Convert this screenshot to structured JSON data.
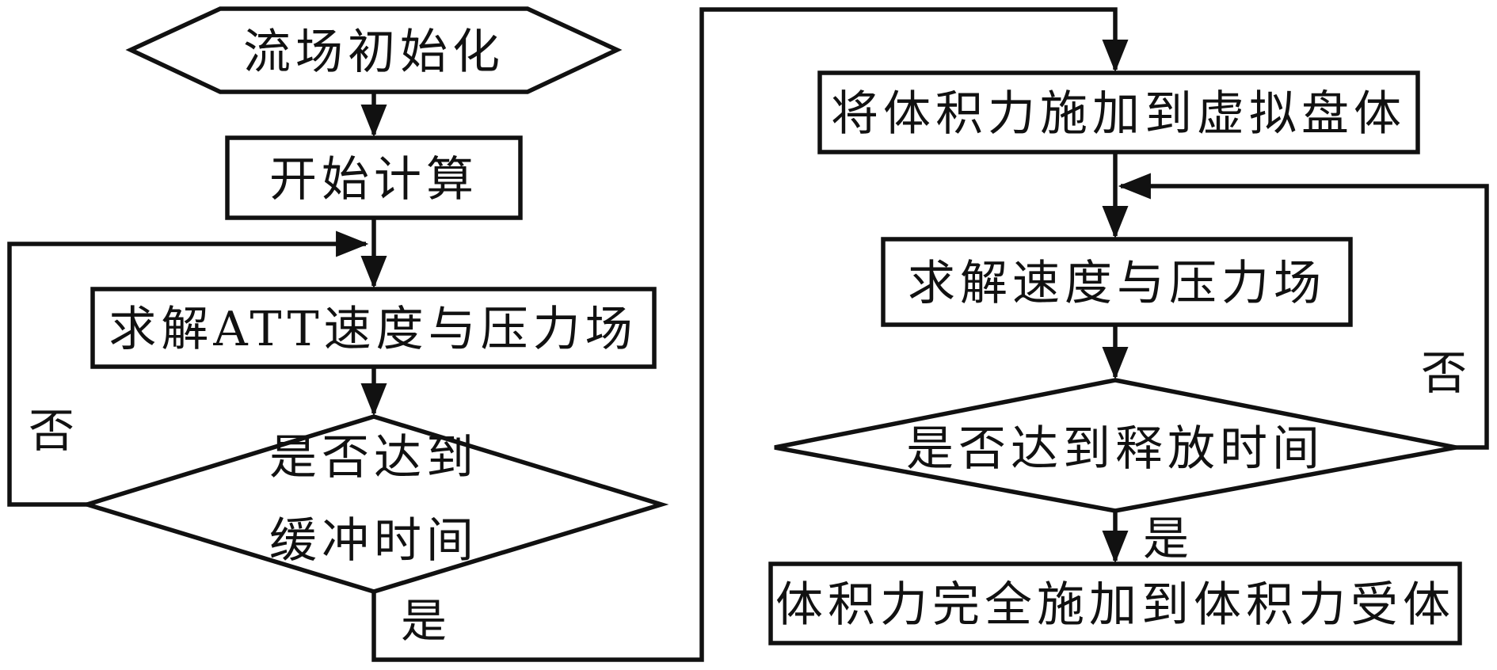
{
  "diagram": {
    "type": "flowchart",
    "colors": {
      "background": "#ffffff",
      "line": "#111111",
      "text": "#111111"
    },
    "nodes": {
      "init": {
        "shape": "hexagon",
        "label": "流场初始化"
      },
      "start_calc": {
        "shape": "rect",
        "label": "开始计算"
      },
      "solve_att": {
        "shape": "rect",
        "label": "求解ATT速度与压力场"
      },
      "buffer_check": {
        "shape": "diamond",
        "label_line1": "是否达到",
        "label_line2": "缓冲时间"
      },
      "apply_body_force": {
        "shape": "rect",
        "label": "将体积力施加到虚拟盘体"
      },
      "solve_vp": {
        "shape": "rect",
        "label": "求解速度与压力场"
      },
      "release_check": {
        "shape": "diamond",
        "label": "是否达到释放时间"
      },
      "force_complete": {
        "shape": "rect",
        "label": "体积力完全施加到体积力受体"
      }
    },
    "edge_labels": {
      "buffer_no": "否",
      "buffer_yes": "是",
      "release_no": "否",
      "release_yes": "是"
    }
  }
}
